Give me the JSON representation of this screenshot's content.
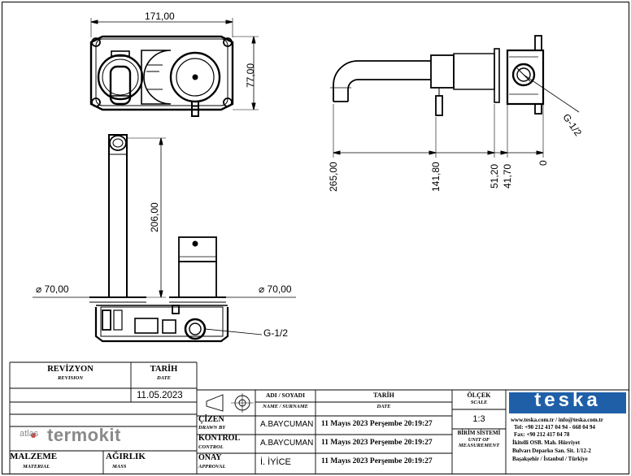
{
  "dimensions": {
    "width_171": "171,00",
    "height_77": "77,00",
    "height_206": "206,00",
    "dia_left": "⌀ 70,00",
    "dia_right": "⌀ 70,00",
    "thread_side": "G-1/2",
    "thread_front": "G-1/2",
    "d_265": "265,00",
    "d_141": "141,80",
    "d_51": "51,20",
    "d_41": "41,70",
    "d_0": "0"
  },
  "revision_table": {
    "revision_title": "REVİZYON",
    "revision_sub": "REVISION",
    "date_title": "TARİH",
    "date_sub": "DATE",
    "date_value": "11.05.2023"
  },
  "material_block": {
    "material_title": "MALZEME",
    "material_sub": "MATERIAL",
    "weight_title": "AĞIRLIK",
    "weight_sub": "MASS"
  },
  "watermark": {
    "prefix": "atlas",
    "brand": "termokit"
  },
  "title_block": {
    "name_header": "ADI / SOYADI",
    "name_sub": "NAME / SURNAME",
    "date_header": "TARİH",
    "date_sub": "DATE",
    "rows": [
      {
        "role": "ÇİZEN",
        "role_sub": "DRAWN BY",
        "name": "A.BAYCUMAN",
        "date": "11 Mayıs 2023 Perşembe 20:19:27"
      },
      {
        "role": "KONTROL",
        "role_sub": "CONTROL",
        "name": "A.BAYCUMAN",
        "date": "11 Mayıs 2023 Perşembe 20:19:27"
      },
      {
        "role": "ONAY",
        "role_sub": "APPROVAL",
        "name": "İ. İYİCE",
        "date": "11 Mayıs 2023 Perşembe 20:19:27"
      }
    ],
    "scale_title": "ÖLÇEK",
    "scale_sub": "SCALE",
    "scale_value": "1:3",
    "unit_title": "BİRİM SİSTEMİ",
    "unit_sub1": "UNIT OF",
    "unit_sub2": "MEASUREMENT"
  },
  "company": {
    "logo": "teska",
    "web": "www.teska.com.tr / info@teska.com.tr",
    "tel": "Tel:  +90 212 417 04 94 - 668 04 94",
    "fax": "Fax: +90 212 417 04 78",
    "addr1": "İkitelli OSB. Mah. Hürriyet",
    "addr2": "Bulvarı Deparko San. Sit. 1/12-2",
    "addr3": "Başakşehir / İstanbul / Türkiye"
  },
  "colors": {
    "logo_blue": "#1f5fa8",
    "watermark_grey": "#8a8a8a",
    "watermark_red": "#d23a3a"
  }
}
